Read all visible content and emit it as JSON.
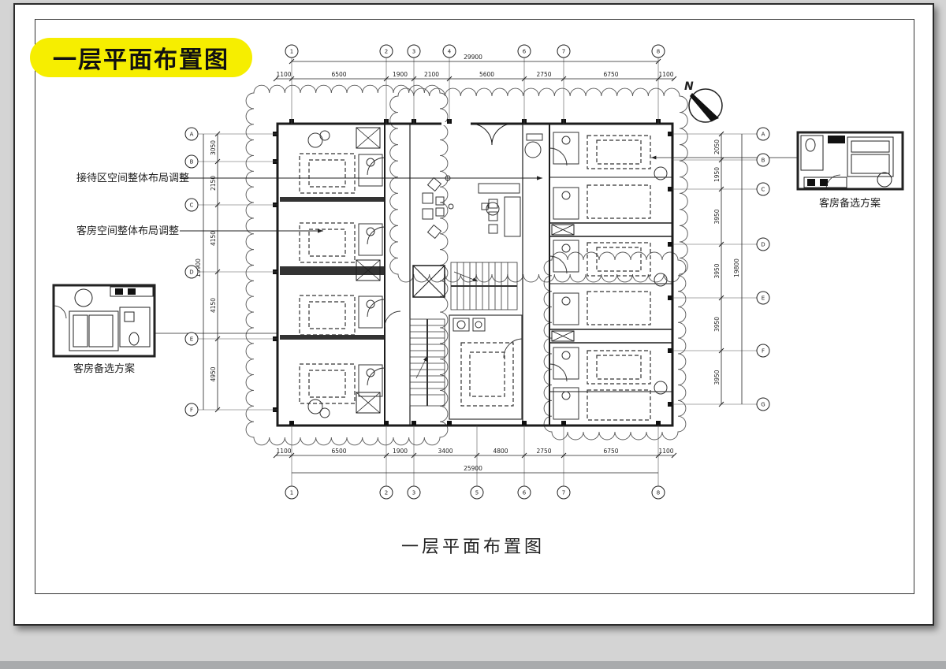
{
  "sheet": {
    "title_badge": "一层平面布置图",
    "caption": "一层平面布置图"
  },
  "annotations": {
    "reception_note": "接待区空间整体布局调整",
    "guestroom_note": "客房空间整体布局调整",
    "left_detail_label": "客房备选方案",
    "right_detail_label": "客房备选方案",
    "north_label": "N"
  },
  "dims": {
    "top": {
      "overall": "29900",
      "segments": [
        "1100",
        "6500",
        "1900",
        "2100",
        "5600",
        "2750",
        "6750",
        "1100"
      ]
    },
    "bottom": {
      "overall": "25900",
      "segments": [
        "1100",
        "6500",
        "1900",
        "3400",
        "4800",
        "2750",
        "6750",
        "1100"
      ]
    },
    "left": {
      "overall": "15900",
      "segments": [
        "3050",
        "2150",
        "4150",
        "4150",
        "4950"
      ]
    },
    "right": {
      "overall": "19800",
      "segments": [
        "2050",
        "1950",
        "3950",
        "3950",
        "3950",
        "3950"
      ]
    }
  },
  "grid": {
    "top_bubbles": [
      "1",
      "2",
      "3",
      "4",
      "6",
      "7",
      "8"
    ],
    "bottom_bubbles": [
      "1",
      "2",
      "3",
      "5",
      "6",
      "7",
      "8"
    ],
    "left_bubbles": [
      "A",
      "B",
      "C",
      "D",
      "E",
      "F"
    ],
    "right_bubbles": [
      "A",
      "B",
      "C",
      "D",
      "E",
      "F",
      "G"
    ]
  },
  "colors": {
    "highlight": "#f6ee00",
    "paper": "#ffffff",
    "ink": "#222222",
    "background": "#d4d4d4"
  }
}
